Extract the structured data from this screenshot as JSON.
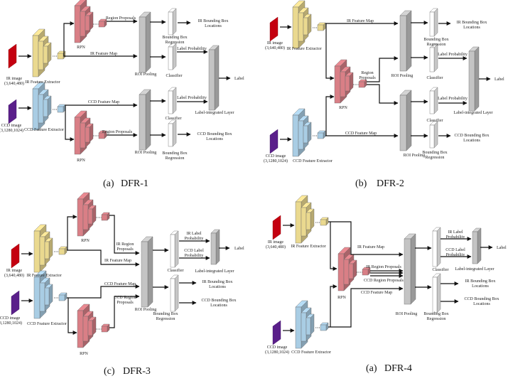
{
  "colors": {
    "ir": "#c40010",
    "ccd": "#5a1f8a",
    "ir_extractor": "#ead98f",
    "ccd_extractor": "#a9cde4",
    "rpn": "#d97f86",
    "gray": "#c4c4c4",
    "white": "#ffffff"
  },
  "panels": [
    {
      "caption_prefix": "(a)",
      "caption_name": "DFR-1",
      "ir_image": [
        "IR image",
        "(3,640,480)"
      ],
      "ir_extractor": "IR Feature Extractor",
      "ccd_image": [
        "CCD image",
        "(3,1280,1024)"
      ],
      "ccd_extractor": "CCD Feature Extractor",
      "rpn_top": "RPN",
      "rpn_bottom": "RPN",
      "region_proposals_top": "Region Proposals",
      "region_proposals_bottom": "Region Proposals",
      "ir_feature_map": "IR Feature Map",
      "ccd_feature_map": "CCD Feature Map",
      "roi_top": "ROI Pooling",
      "roi_bottom": "ROI Pooling",
      "bbr_top": [
        "Bounding Box",
        "Regression"
      ],
      "bbr_bottom": [
        "Bounding Box",
        "Regression"
      ],
      "classifier_top": "Classifier",
      "classifier_bottom": "Classifier",
      "ir_bbox": [
        "IR Bounding Box",
        "Locations"
      ],
      "ccd_bbox": [
        "CCD Bounding Box",
        "Locations"
      ],
      "label_prob_top": "Label Probability",
      "label_prob_bottom": "Label Probability",
      "label_layer": "Label-integrated Layer",
      "label": "Label"
    },
    {
      "caption_prefix": "(b)",
      "caption_name": "DFR-2",
      "ir_image": [
        "IR image",
        "(3,640,480)"
      ],
      "ir_extractor": "IR Feature Extractor",
      "ccd_image": [
        "CCD image",
        "(3,1280,1024)"
      ],
      "ccd_extractor": "CCD Feature Extractor",
      "rpn": "RPN",
      "region_proposals": [
        "Region",
        "Proposals"
      ],
      "ir_feature_map": "IR Feature Map",
      "ccd_feature_map": "CCD Feature Map",
      "roi_top": "ROI Pooling",
      "roi_bottom": "ROI Pooling",
      "bbr_top": [
        "Bounding Box",
        "Regression"
      ],
      "bbr_bottom": [
        "Bounding Box",
        "Regression"
      ],
      "classifier_top": "Classifier",
      "classifier_bottom": "Classifier",
      "ir_bbox": [
        "IR Bounding Box",
        "Locations"
      ],
      "ccd_bbox": [
        "CCD Bounding Box",
        "Locations"
      ],
      "label_prob_top": "Label Probability",
      "label_prob_bottom": "Label Probability",
      "label_layer": "Label-integrated Layer",
      "label": "Label"
    },
    {
      "caption_prefix": "(c)",
      "caption_name": "DFR-3",
      "ir_image": [
        "IR image",
        "(3,640,480)"
      ],
      "ir_extractor": "IR Feature Extractor",
      "ccd_image": [
        "CCD image",
        "(3,1280,1024)"
      ],
      "ccd_extractor": "CCD Feature Extractor",
      "rpn_top": "RPN",
      "rpn_bottom": "RPN",
      "ir_region_proposals": [
        "IR Region",
        "Proposals"
      ],
      "ccd_region_proposals": [
        "CCD Region",
        "Proposals"
      ],
      "ir_feature_map": "IR Feature Map",
      "ccd_feature_map": "CCD Feature Map",
      "roi": "ROI Pooling",
      "classifier": "Classifier",
      "bbr": [
        "Bounding Box",
        "Regression"
      ],
      "ir_label_prob": [
        "IR Label",
        "Probability"
      ],
      "ccd_label_prob": [
        "CCD Label",
        "Probability"
      ],
      "label_layer": "Label-integrated Layer",
      "label": "Label",
      "ir_bbox": [
        "IR Bounding Box",
        "Locations"
      ],
      "ccd_bbox": [
        "CCD Bounding Box",
        "Locations"
      ]
    },
    {
      "caption_prefix": "(a)",
      "caption_name": "DFR-4",
      "ir_image": [
        "IR image",
        "(3,640,480)"
      ],
      "ir_extractor": "IR Feature Extractor",
      "ccd_image": [
        "CCD image",
        "(3,1280,1024)"
      ],
      "ccd_extractor": "CCD Feature Extractor",
      "rpn": "RPN",
      "ir_region_proposals": "IR Region Proposals",
      "ccd_region_proposals": "CCD Region Proposals",
      "ir_feature_map": "IR Feature Map",
      "ccd_feature_map": "CCD Feature Map",
      "roi": "ROI Pooling",
      "classifier": "Classifier",
      "bbr": [
        "Bounding Box",
        "Regression"
      ],
      "ir_label_prob": [
        "IR Label",
        "Probability"
      ],
      "ccd_label_prob": [
        "CCD Label",
        "Probability"
      ],
      "label_layer": "Label-integrated Layer",
      "label": "Label",
      "ir_bbox": [
        "IR Bounding Box",
        "Locations"
      ],
      "ccd_bbox": [
        "CCD Bounding Box",
        "Locations"
      ]
    }
  ]
}
